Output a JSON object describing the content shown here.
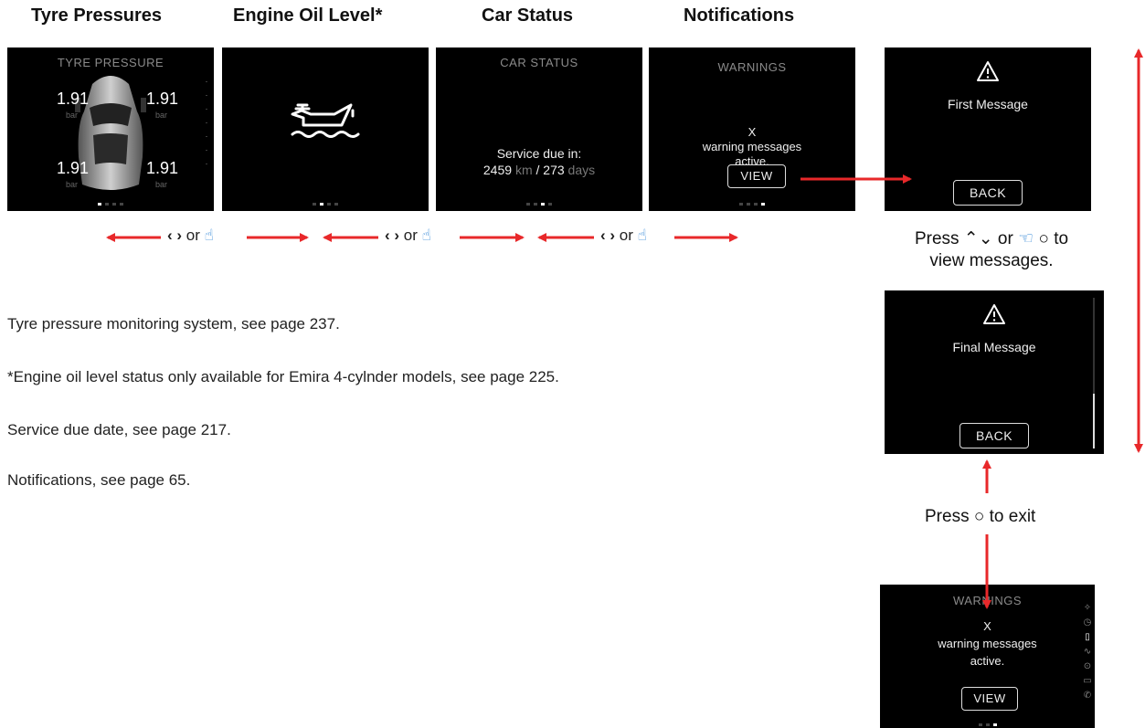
{
  "headers": {
    "tyre": "Tyre Pressures",
    "oil": "Engine Oil Level*",
    "status": "Car Status",
    "notifications": "Notifications"
  },
  "tyre_screen": {
    "title": "TYRE PRESSURE",
    "fl": "1.91",
    "fr": "1.91",
    "rl": "1.91",
    "rr": "1.91",
    "unit": "bar"
  },
  "status_screen": {
    "title": "CAR STATUS",
    "line1": "Service due in:",
    "km_value": "2459",
    "km_unit": "km",
    "separator": "/",
    "days_value": "273",
    "days_unit": "days"
  },
  "warnings_screen": {
    "title": "WARNINGS",
    "count": "X",
    "line2": "warning messages",
    "line3": "active.",
    "view": "VIEW"
  },
  "first_message_screen": {
    "message": "First Message",
    "back": "BACK"
  },
  "final_message_screen": {
    "message": "Final Message",
    "back": "BACK"
  },
  "nav": {
    "or": "or"
  },
  "captions": {
    "press_view_a": "Press",
    "press_view_or": "or",
    "press_view_to": "to",
    "press_view_line2": "view messages.",
    "press_exit_a": "Press",
    "press_exit_b": "to exit"
  },
  "notes": [
    "Tyre pressure monitoring system, see page 237.",
    "*Engine oil level status only available for Emira 4-cylnder models, see page 225.",
    "Service due date, see page 217.",
    "Notifications, see page 65."
  ],
  "colors": {
    "arrow": "#e8282a",
    "screen_bg": "#000000"
  }
}
